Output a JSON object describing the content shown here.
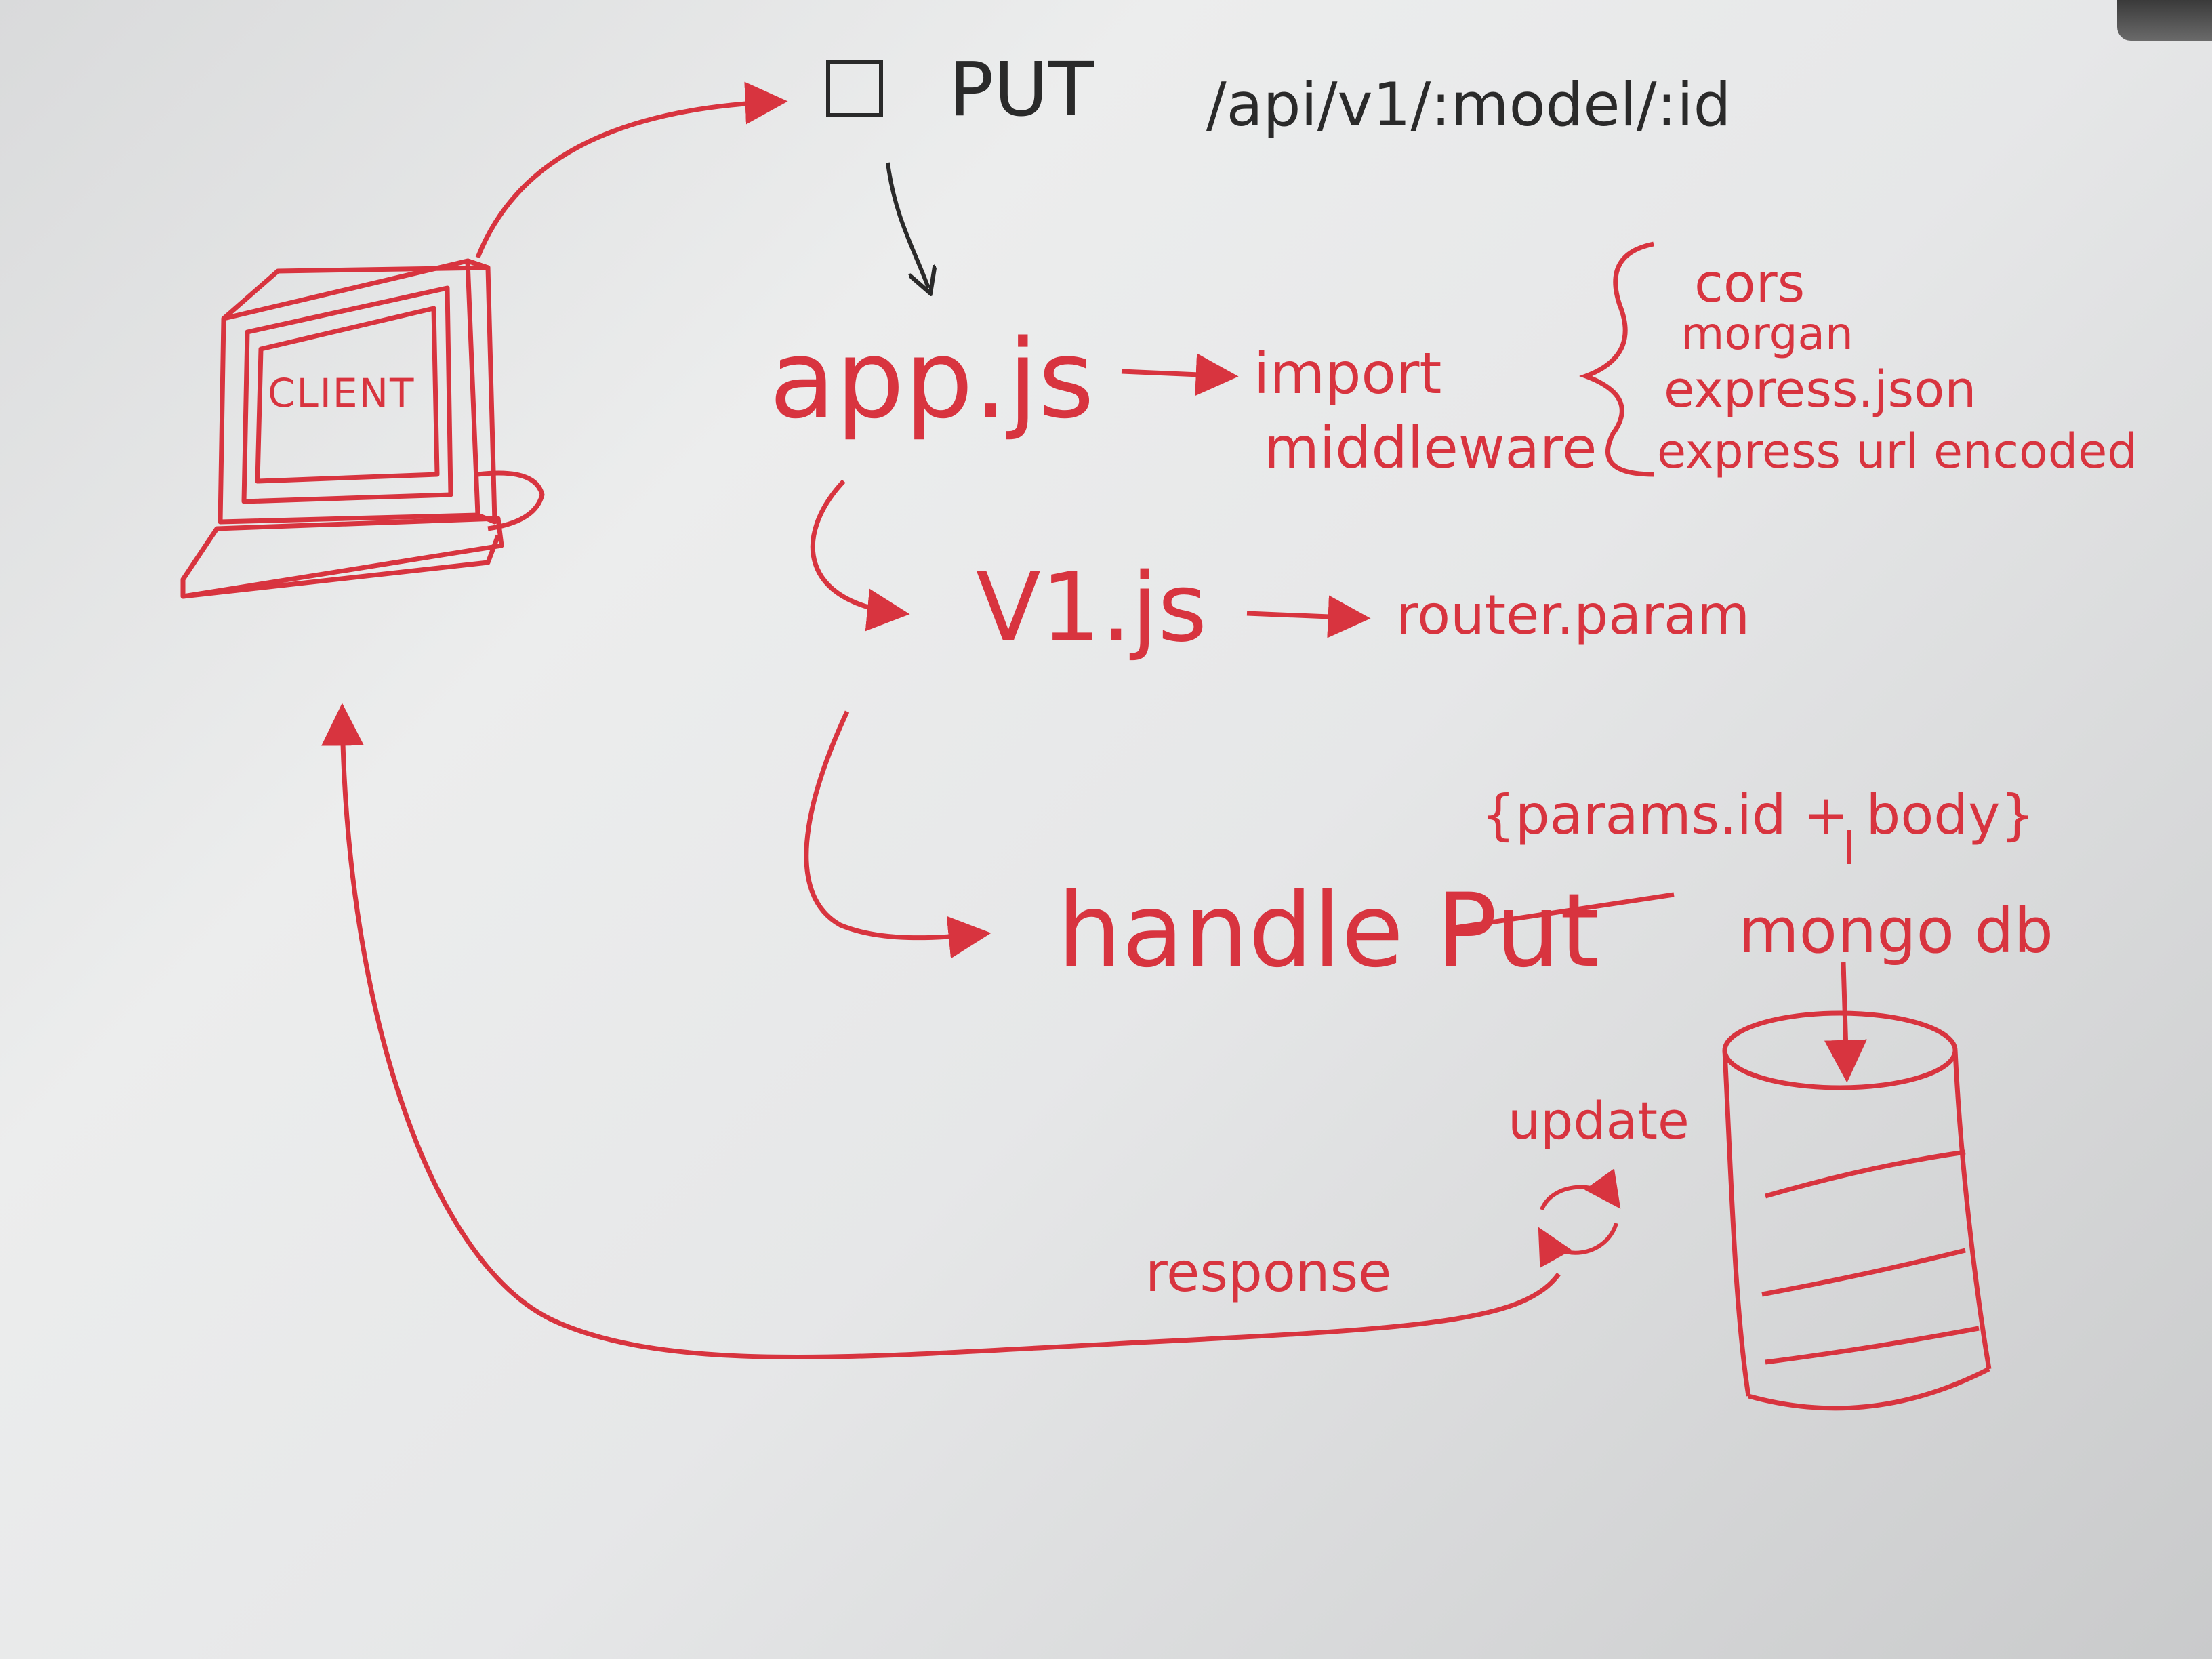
{
  "colors": {
    "marker_red": "#d8343f",
    "marker_black": "#2a2a2a",
    "board": "#e6e7e8"
  },
  "request": {
    "method": "PUT",
    "path": "/api/v1/:model/:id"
  },
  "client": {
    "label": "CLIENT"
  },
  "nodes": {
    "app": "app.js",
    "app_action_line1": "import",
    "app_action_line2": "middleware",
    "middleware": [
      "cors",
      "morgan",
      "express.json",
      "express url encoded"
    ],
    "v1": "V1.js",
    "v1_action": "router.param",
    "handler": "handle Put",
    "handler_input": "{params.id + body}",
    "db_label": "mongo db",
    "update": "update",
    "response": "response"
  },
  "icons": [
    "computer-icon",
    "database-icon",
    "refresh-icon",
    "checkbox-icon"
  ]
}
